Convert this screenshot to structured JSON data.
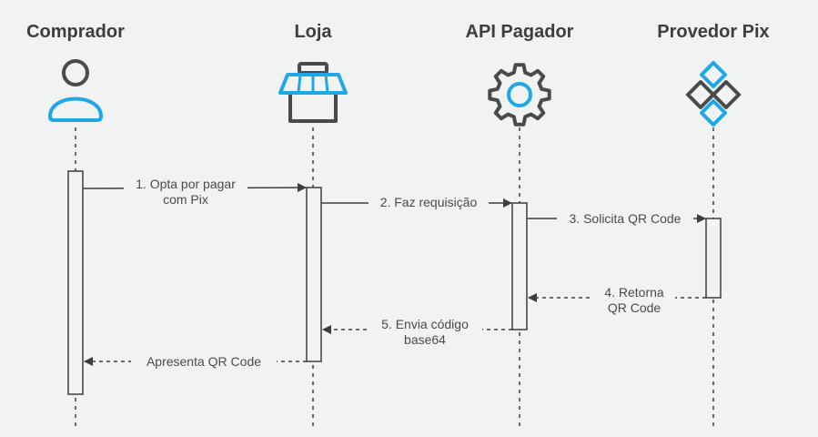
{
  "colors": {
    "background": "#f1f2f2",
    "accent": "#1fa8e6",
    "icon_dark": "#4a4a4a",
    "line": "#3d3d3d",
    "text": "#3d3d3d"
  },
  "actors": [
    {
      "name": "Comprador",
      "icon": "person-icon"
    },
    {
      "name": "Loja",
      "icon": "store-icon"
    },
    {
      "name": "API Pagador",
      "icon": "gear-icon"
    },
    {
      "name": "Provedor Pix",
      "icon": "pix-icon"
    }
  ],
  "messages": [
    {
      "line1": "1. Opta por pagar",
      "line2": "com Pix",
      "style": "solid"
    },
    {
      "line1": "2. Faz requisição",
      "line2": "",
      "style": "solid"
    },
    {
      "line1": "3. Solicita QR Code",
      "line2": "",
      "style": "solid"
    },
    {
      "line1": "4. Retorna",
      "line2": "QR Code",
      "style": "dashed"
    },
    {
      "line1": "5. Envia código",
      "line2": "base64",
      "style": "dashed"
    },
    {
      "line1": "Apresenta QR Code",
      "line2": "",
      "style": "dashed"
    }
  ]
}
